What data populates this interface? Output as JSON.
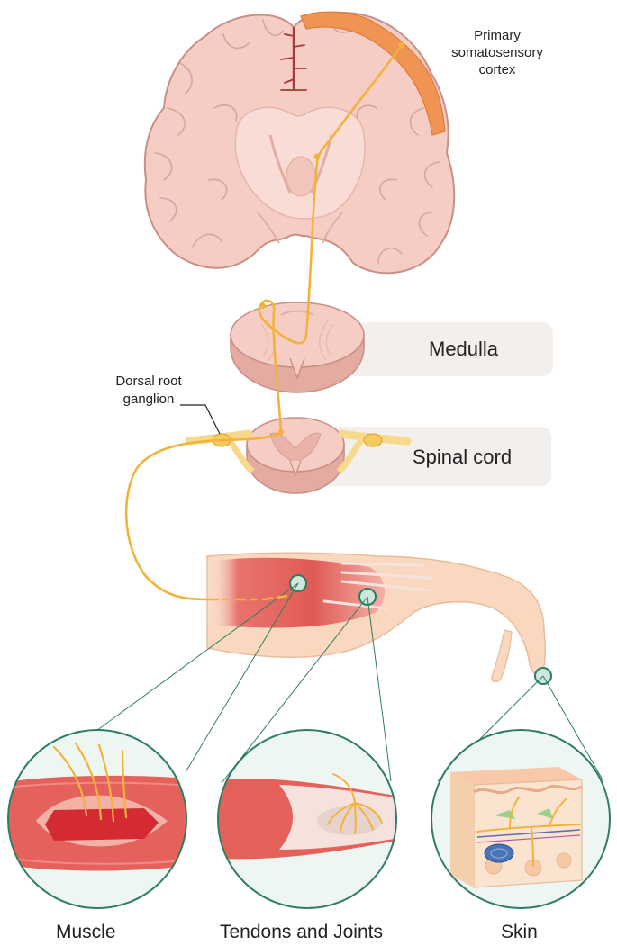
{
  "labels": {
    "cortex_line1": "Primary",
    "cortex_line2": "somatosensory",
    "cortex_line3": "cortex",
    "medulla": "Medulla",
    "spinal_cord": "Spinal cord",
    "drg_line1": "Dorsal root",
    "drg_line2": "ganglion",
    "muscle": "Muscle",
    "tendons": "Tendons and Joints",
    "skin": "Skin"
  },
  "colors": {
    "brain_fill": "#f6cdc4",
    "brain_outline": "#c98f86",
    "cortex_highlight": "#ef9453",
    "nerve": "#f2b33d",
    "muscle": "#e5625c",
    "muscle_dark": "#d42b33",
    "tendon": "#f6e2dc",
    "skin_tone": "#f9d8bf",
    "callout_ring": "#2e7d62",
    "callout_fill": "#eef6f2",
    "pill": "#f2efed"
  }
}
